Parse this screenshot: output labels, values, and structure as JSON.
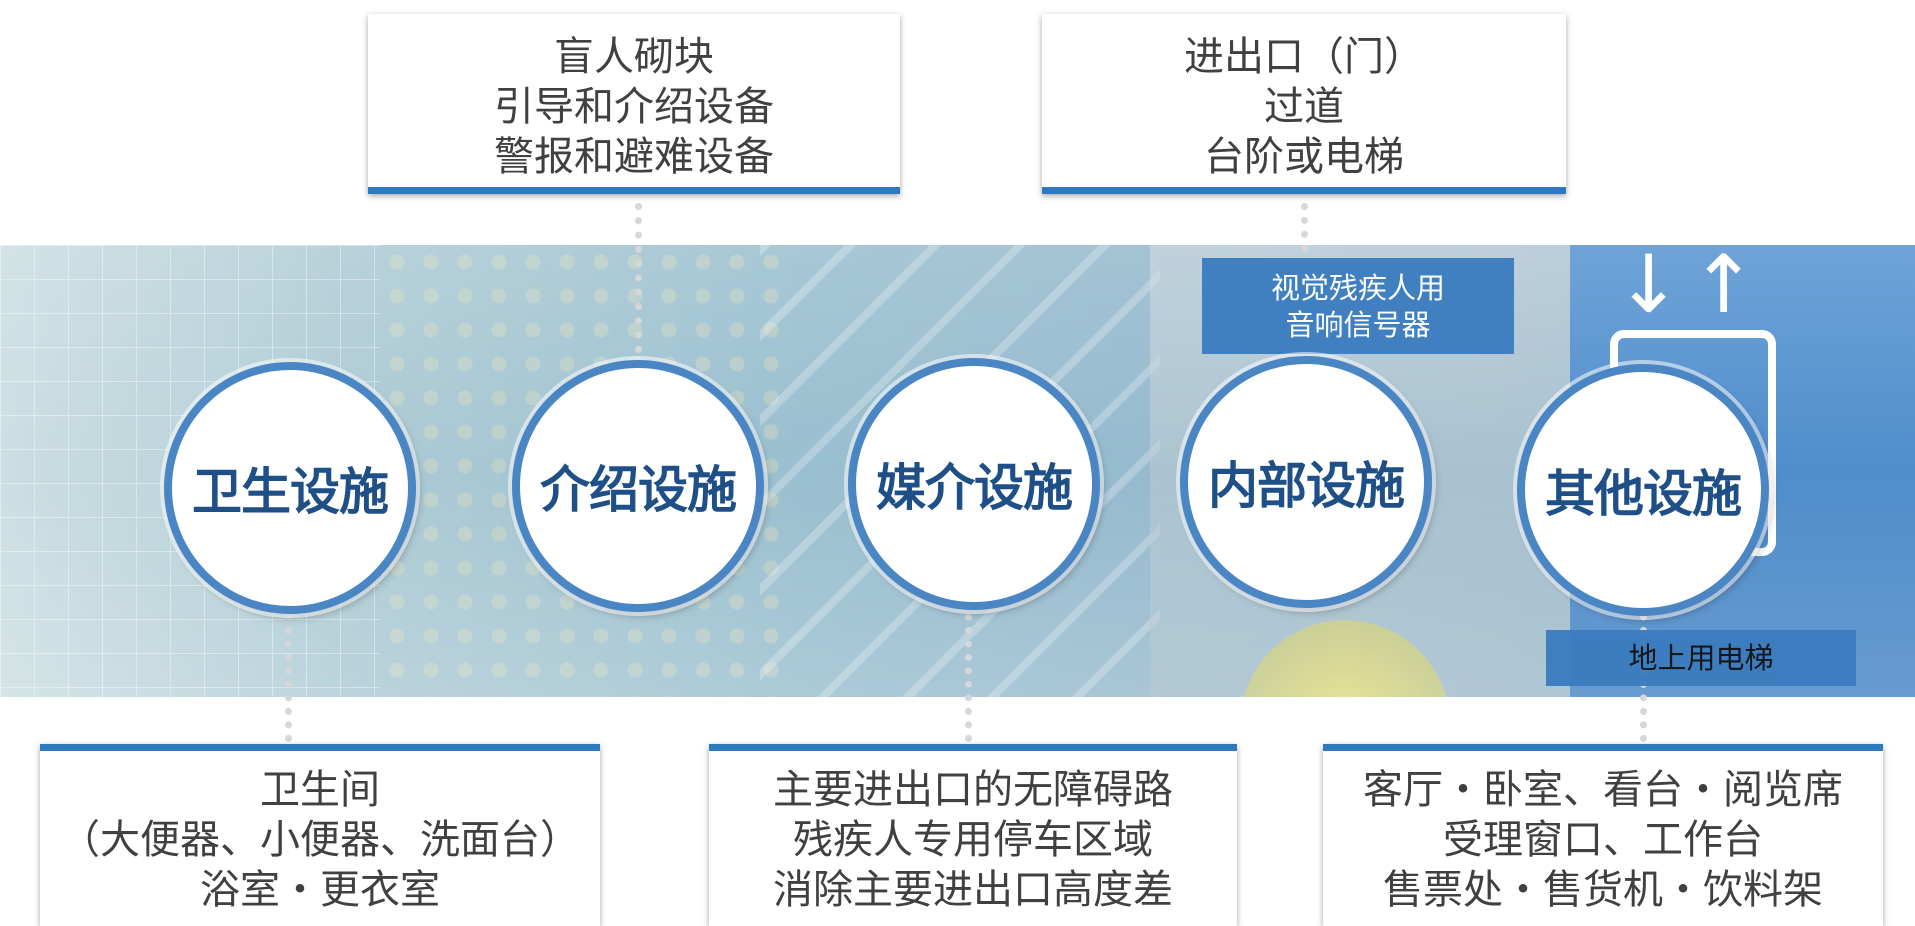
{
  "categories": [
    {
      "label": "卫生设施"
    },
    {
      "label": "介绍设施"
    },
    {
      "label": "媒介设施"
    },
    {
      "label": "内部设施"
    },
    {
      "label": "其他设施"
    }
  ],
  "top_boxes": [
    {
      "lines": [
        "盲人砌块",
        "引导和介绍设备",
        "警报和避难设备"
      ]
    },
    {
      "lines": [
        "进出口（门）",
        "过道",
        "台阶或电梯"
      ]
    }
  ],
  "bottom_boxes": [
    {
      "lines": [
        "卫生间",
        "（大便器、小便器、洗面台）",
        "浴室・更衣室"
      ]
    },
    {
      "lines": [
        "主要进出口的无障碍路",
        "残疾人专用停车区域",
        "消除主要进出口高度差"
      ]
    },
    {
      "lines": [
        "客厅・卧室、看台・阅览席",
        "受理窗口、工作台",
        "售票处・售货机・饮料架"
      ]
    }
  ],
  "labels": {
    "audio_signal": [
      "视觉残疾人用",
      "音响信号器"
    ],
    "ground_elevator": "地上用电梯"
  },
  "colors": {
    "accent_blue": "#2f79c0",
    "circle_text": "#1e4f86",
    "label_blue": "#3a7cc0"
  }
}
